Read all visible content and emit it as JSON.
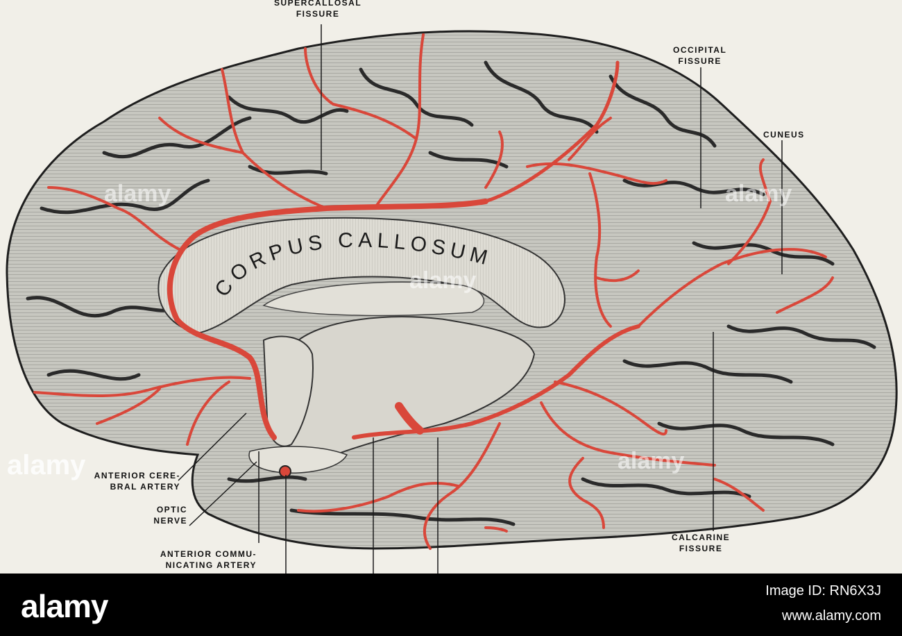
{
  "labels": {
    "supercallosal": [
      "SUPERCALLOSAL",
      "FISSURE"
    ],
    "occipital": [
      "OCCIPITAL",
      "FISSURE"
    ],
    "cuneus": "CUNEUS",
    "calcarine": [
      "CALCARINE",
      "FISSURE"
    ],
    "anterior_cerebral": [
      "ANTERIOR CERE-",
      "BRAL ARTERY"
    ],
    "optic": [
      "OPTIC",
      "NERVE"
    ],
    "anterior_communicating": [
      "ANTERIOR COMMU-",
      "NICATING ARTERY"
    ],
    "corpus_callosum": "CORPUS CALLOSUM"
  },
  "colors": {
    "paper": "#f1efe8",
    "brain": "#bdbdb6",
    "sulcus": "#2a2a2a",
    "artery": "#d9473a",
    "callosum": "#e6e4dc"
  },
  "watermark": "alamy",
  "footer": {
    "logo": "alamy",
    "image_id": "Image ID: RN6X3J",
    "url": "www.alamy.com"
  }
}
